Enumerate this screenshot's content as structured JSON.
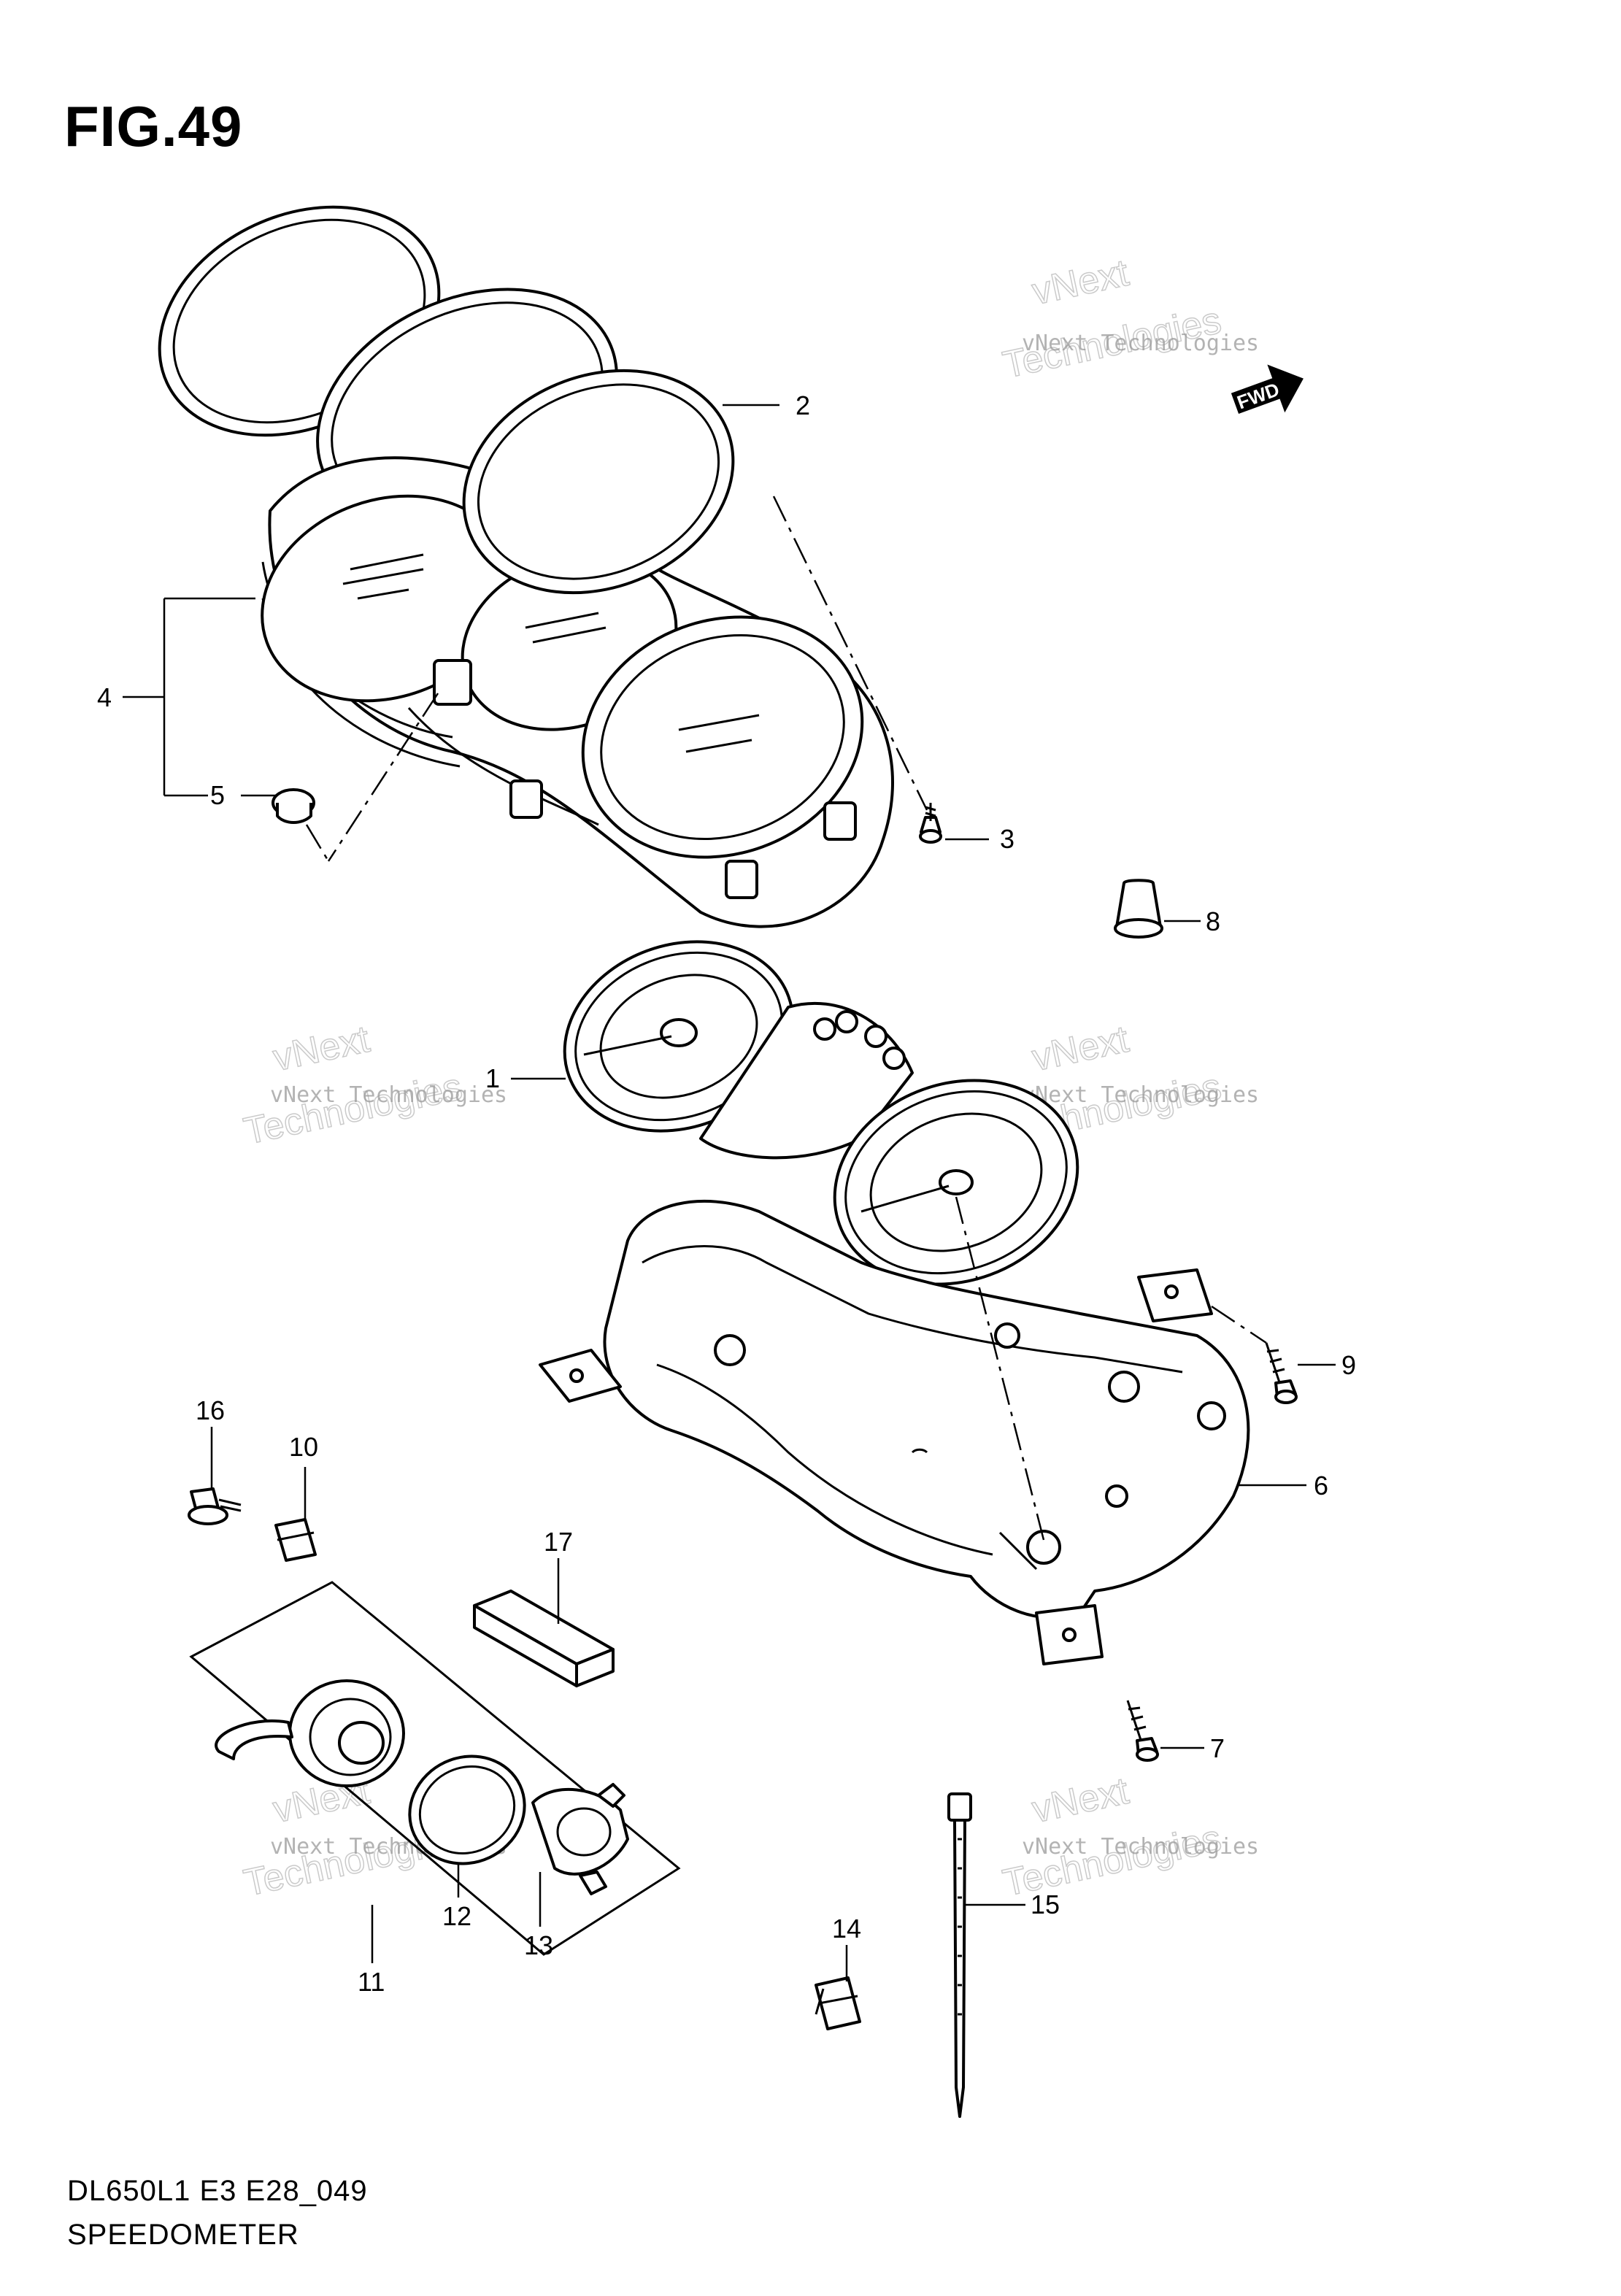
{
  "figure": {
    "title": "FIG.49",
    "code": "DL650L1 E3 E28_049",
    "name": "SPEEDOMETER"
  },
  "fwd_label": "FWD",
  "watermark": {
    "small": "vNext Technologies",
    "large_top": "vNext",
    "large_bottom": "Technologies"
  },
  "callouts": [
    "1",
    "2",
    "3",
    "4",
    "5",
    "6",
    "7",
    "8",
    "9",
    "10",
    "11",
    "12",
    "13",
    "14",
    "15",
    "16",
    "17"
  ]
}
